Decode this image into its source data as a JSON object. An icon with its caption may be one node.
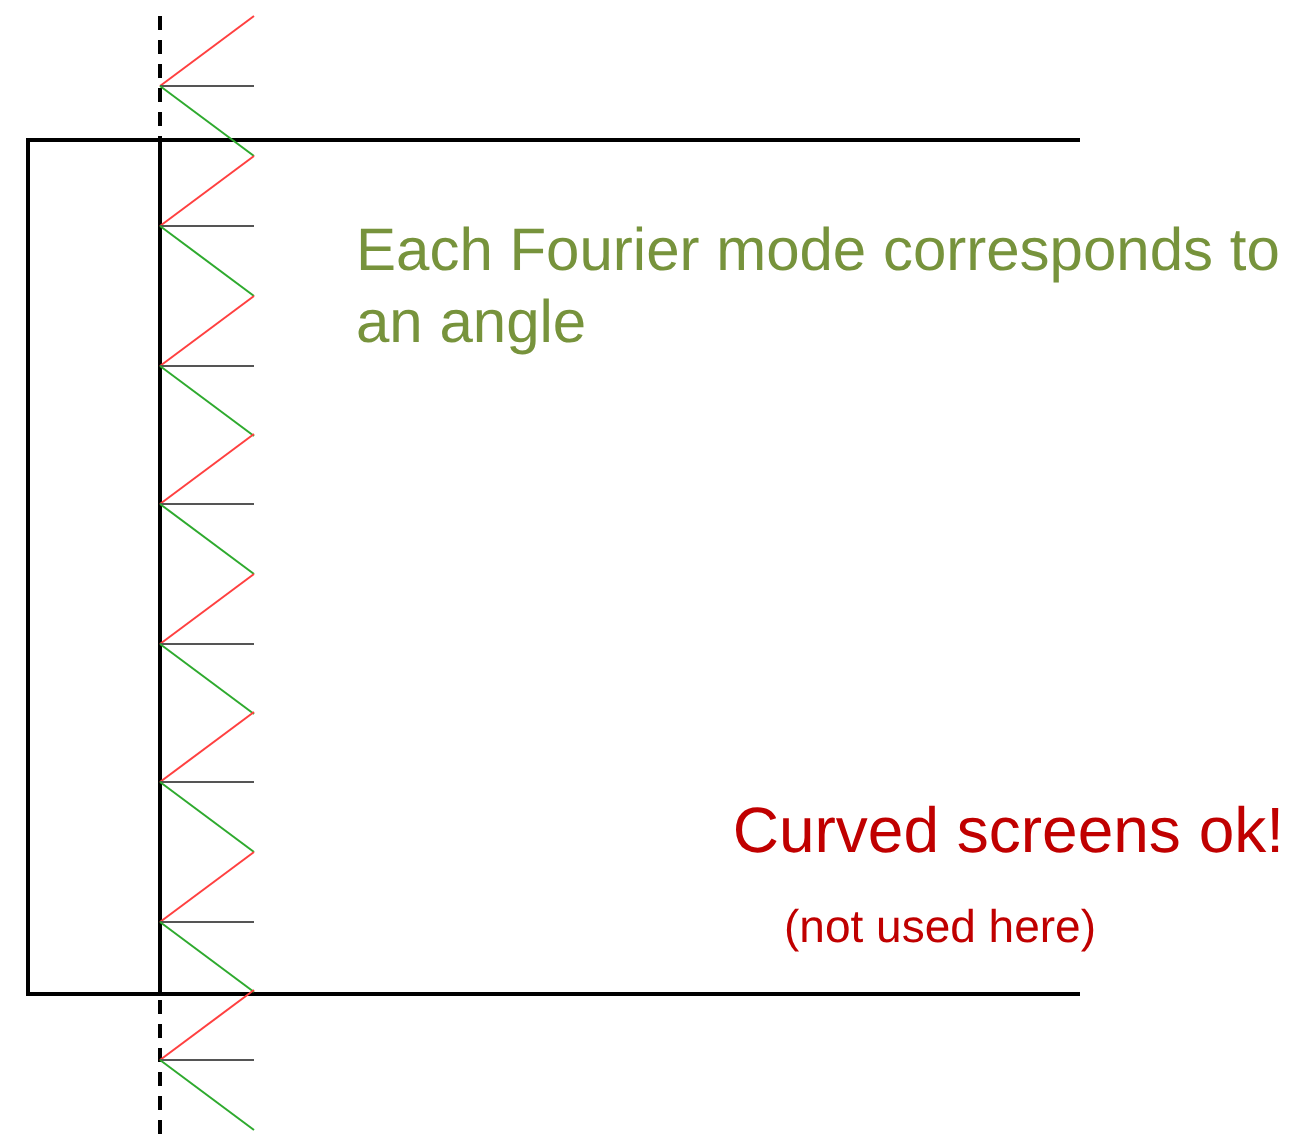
{
  "diagram": {
    "labels": [
      "Each Fourier mode corresponds to an angle",
      "Curved screens ok!",
      "(not used here)"
    ]
  }
}
